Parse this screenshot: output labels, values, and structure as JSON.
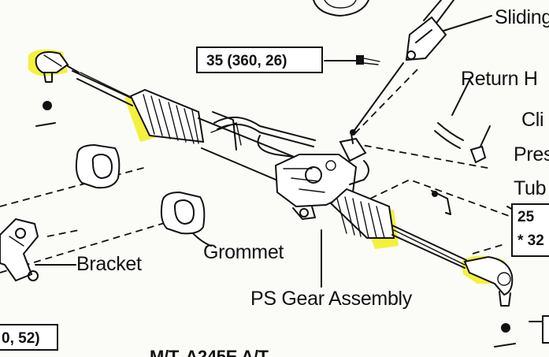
{
  "labels": {
    "sliding": "Sliding",
    "return_hose": "Return H",
    "clip": "Cli",
    "pressure": "Pres",
    "tube": "Tub",
    "grommet": "Grommet",
    "bracket": "Bracket",
    "ps_gear_assembly": "PS Gear Assembly",
    "bottom_caption": "M/T, A245E A/T"
  },
  "torque_specs": {
    "top": "35 (360, 26)",
    "left_bottom": "0, 52)",
    "right_mid_1": "25",
    "right_mid_2": "* 32"
  },
  "highlight_color": "#f2ee1c",
  "line_color": "#111111"
}
